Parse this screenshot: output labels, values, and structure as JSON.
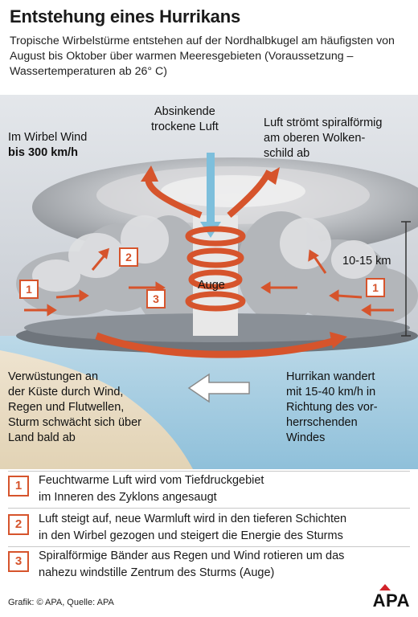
{
  "title": "Entstehung eines Hurrikans",
  "subtitle": "Tropische Wirbelstürme entstehen auf der Nordhalbkugel am häufigsten von August bis Oktober über warmen Meeresgebieten (Voraussetzung – Wassertemperaturen ab 26° C)",
  "diagram": {
    "wind_label_line1": "Im Wirbel Wind",
    "wind_label_line2": "bis 300 km/h",
    "sinking_air_line1": "Absinkende",
    "sinking_air_line2": "trockene Luft",
    "outflow_line1": "Luft strömt spiralförmig",
    "outflow_line2": "am oberen Wolken-",
    "outflow_line3": "schild ab",
    "eye_label": "Auge",
    "height_label": "10-15 km",
    "coast_line1": "Verwüstungen an",
    "coast_line2": "der Küste durch Wind,",
    "coast_line3": "Regen und Flutwellen,",
    "coast_line4": "Sturm schwächt sich über",
    "coast_line5": "Land bald ab",
    "move_line1": "Hurrikan wandert",
    "move_line2": "mit 15-40 km/h in",
    "move_line3": "Richtung des vor-",
    "move_line4": "herrschenden",
    "move_line5": "Windes",
    "markers": [
      "1",
      "2",
      "3",
      "1"
    ]
  },
  "legend": [
    {
      "num": "1",
      "line1": "Feuchtwarme Luft wird vom Tiefdruckgebiet",
      "line2": "im Inneren des Zyklons angesaugt"
    },
    {
      "num": "2",
      "line1": "Luft steigt auf, neue Warmluft wird in den tieferen Schichten",
      "line2": "in den Wirbel gezogen und steigert  die Energie des Sturms"
    },
    {
      "num": "3",
      "line1": "Spiralförmige Bänder aus Regen und Wind rotieren um das",
      "line2": "nahezu windstille Zentrum des Sturms (Auge)"
    }
  ],
  "footer": "Grafik: © APA, Quelle: APA",
  "logo": "APA",
  "colors": {
    "accent": "#d6542c",
    "arrow_blue": "#7dbfdc",
    "sky": "#d8dde3",
    "sea": "#a9cfe2"
  }
}
